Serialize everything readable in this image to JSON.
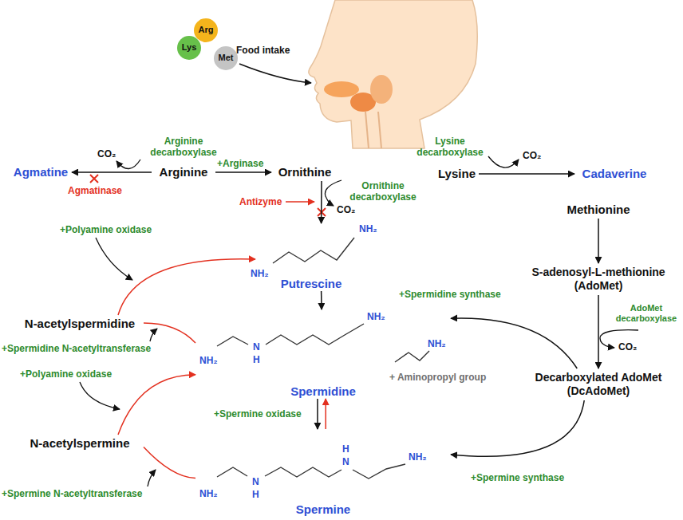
{
  "diagram": {
    "nodes": [
      {
        "text": [
          "Arg"
        ]
      },
      {
        "text": [
          "Lys"
        ]
      },
      {
        "text": [
          "Met"
        ]
      },
      {
        "text": [
          "Agmatine"
        ]
      },
      {
        "text": [
          "Arginine"
        ]
      },
      {
        "text": [
          "Ornithine"
        ]
      },
      {
        "text": [
          "Lysine"
        ]
      },
      {
        "text": [
          "Cadaverine"
        ]
      },
      {
        "text": [
          "Methionine"
        ]
      },
      {
        "text": [
          "Putrescine"
        ]
      },
      {
        "text": [
          "S-adenosyl-L-methionine (AdoMet)"
        ]
      },
      {
        "text": [
          "N-acetylspermidine"
        ]
      },
      {
        "text": [
          "Spermidine"
        ]
      },
      {
        "text": [
          "Decarboxylated AdoMet (DcAdoMet)"
        ]
      },
      {
        "text": [
          "N-acetylspermine"
        ]
      },
      {
        "text": [
          "Spermine"
        ]
      }
    ],
    "edges": [
      {
        "from": 4,
        "to": 3,
        "arrow": "to"
      },
      {
        "from": 4,
        "to": 5,
        "arrow": "to"
      },
      {
        "from": 5,
        "to": 9,
        "arrow": "to"
      },
      {
        "from": 6,
        "to": 7,
        "arrow": "to"
      },
      {
        "from": 8,
        "to": 10,
        "arrow": "to"
      },
      {
        "from": 10,
        "to": 13,
        "arrow": "to"
      },
      {
        "from": 9,
        "to": 12,
        "arrow": "to"
      },
      {
        "from": 12,
        "to": 15,
        "arrow": "to"
      },
      {
        "from": 15,
        "to": 12,
        "arrow": "to"
      },
      {
        "from": 13,
        "to": 12,
        "arrow": "to"
      },
      {
        "from": 13,
        "to": 15,
        "arrow": "to"
      },
      {
        "from": 12,
        "to": 11,
        "arrow": "none"
      },
      {
        "from": 11,
        "to": 9,
        "arrow": "to"
      },
      {
        "from": 15,
        "to": 14,
        "arrow": "none"
      },
      {
        "from": 14,
        "to": 12,
        "arrow": "to"
      }
    ],
    "labels": [
      "Food intake",
      "CO₂",
      "Arginine decarboxylase",
      "Agmatinase",
      "+Arginase",
      "Antizyme",
      "Ornithine decarboxylase",
      "CO₂",
      "Lysine decarboxylase",
      "CO₂",
      "AdoMet decarboxylase",
      "CO₂",
      "+Polyamine oxidase",
      "+Spermidine N-acetyltransferase",
      "+Polyamine oxidase",
      "+Spermine N-acetyltransferase",
      "+Spermine oxidase",
      "+Spermidine synthase",
      "+Spermine synthase",
      "+ Aminopropyl group",
      "NH₂",
      "NH₂",
      "NH₂",
      "NH₂",
      "NH₂",
      "N",
      "H",
      "H",
      "N",
      "NH₂",
      "NH₂",
      "N",
      "H"
    ]
  }
}
